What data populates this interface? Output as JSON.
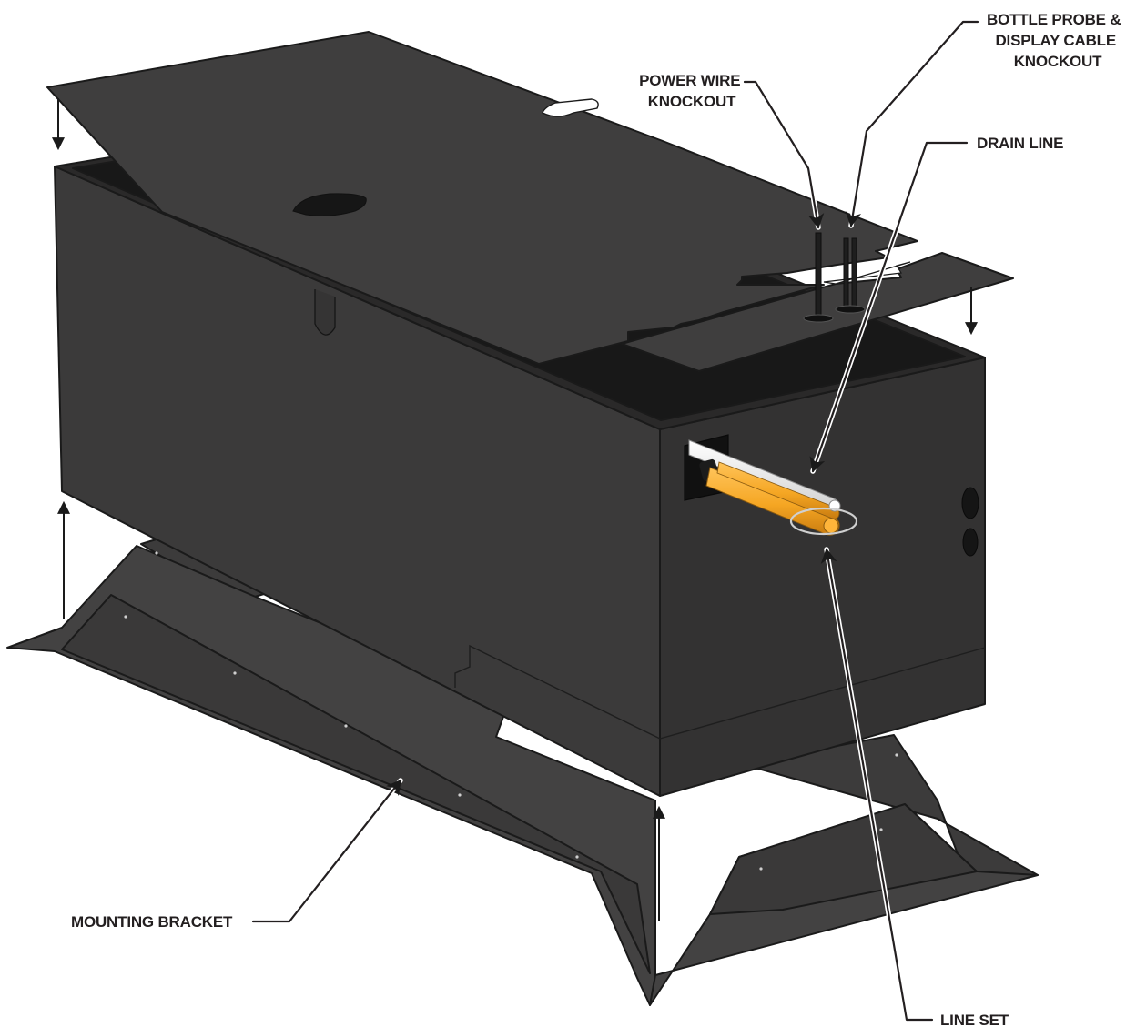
{
  "callouts": {
    "bottle_probe": {
      "line1": "BOTTLE PROBE &",
      "line2": "DISPLAY CABLE",
      "line3": "KNOCKOUT"
    },
    "power_wire": {
      "line1": "POWER WIRE",
      "line2": "KNOCKOUT"
    },
    "drain_line": {
      "line1": "DRAIN LINE"
    },
    "mounting_bracket": {
      "line1": "MOUNTING BRACKET"
    },
    "line_set": {
      "line1": "LINE SET"
    }
  },
  "colors": {
    "cabinet_front": "#3b3a3a",
    "cabinet_side": "#333232",
    "cabinet_top_frame": "#2a2929",
    "cabinet_top_recess": "#181818",
    "lid_panel": "#3f3e3e",
    "bracket": "#403f3f",
    "line_set_tube": "#f5a623",
    "drain_tube": "#f2f2f2",
    "label_text": "#231f20",
    "background": "#ffffff"
  }
}
